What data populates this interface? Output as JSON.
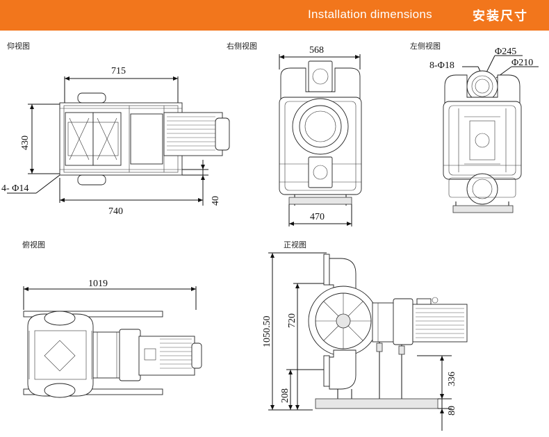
{
  "banner": {
    "title_en": "Installation dimensions",
    "title_cn": "安装尺寸",
    "color": "#f2761c"
  },
  "views": {
    "bottom": "仰视图",
    "right_side": "右侧视图",
    "left_side": "左侧视图",
    "top": "俯视图",
    "front": "正视图"
  },
  "dimensions": {
    "bottom_length_top": "715",
    "bottom_height": "430",
    "bottom_holes": "4- Φ14",
    "bottom_length_base": "740",
    "bottom_offset": "40",
    "right_width_top": "568",
    "right_width_base": "470",
    "left_hole_pattern": "8-Φ18",
    "left_flange_outer": "Φ245",
    "left_flange_pcd": "Φ210",
    "top_length": "1019",
    "front_total_height": "1050.50",
    "front_inlet_height": "720",
    "front_outlet_height": "208",
    "front_motor_height": "336",
    "front_base_height": "80"
  }
}
